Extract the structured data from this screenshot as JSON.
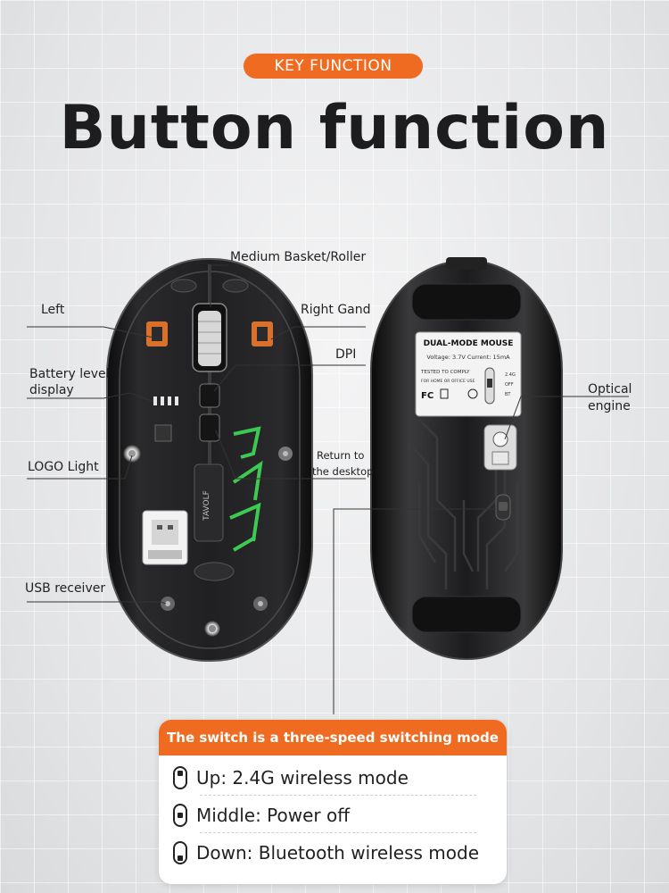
{
  "badge": "KEY FUNCTION",
  "title": "Button function",
  "labels": {
    "roller": "Medium Basket/Roller",
    "left": "Left",
    "right": "Right Gand",
    "dpi": "DPI",
    "battery_1": "Battery level",
    "battery_2": "display",
    "optical_1": "Optical",
    "optical_2": "engine",
    "logo": "LOGO  Light",
    "return_1": "Return to",
    "return_2": "the desktop",
    "usb": "USB receiver"
  },
  "mouse_front": {
    "logo_text": "TAVOLF"
  },
  "mouse_back": {
    "sticker_title": "DUAL-MODE MOUSE",
    "sticker_specs": "Voltage: 3.7V  Current: 15mA",
    "sticker_tested": "TESTED TO COMPLY",
    "sticker_use": "FOR HOME OR OFFICE USE",
    "sticker_certs": "FC",
    "switch_labels": [
      "2.4G",
      "OFF",
      "BT"
    ]
  },
  "modes": {
    "header": "The switch is a three-speed switching mode",
    "items": [
      {
        "text": "Up: 2.4G wireless mode"
      },
      {
        "text": "Middle: Power off"
      },
      {
        "text": "Down: Bluetooth wireless mode"
      }
    ]
  },
  "colors": {
    "accent": "#ee6b21",
    "title": "#1d1d1f",
    "mouse_body": "#1a1a1a",
    "logo_glow": "#3fdc57"
  }
}
